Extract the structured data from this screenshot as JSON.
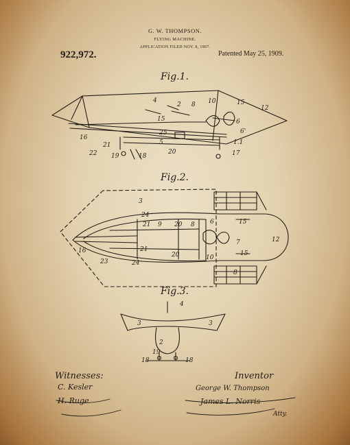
{
  "header": {
    "inventor_name": "G. W. THOMPSON.",
    "title": "FLYING MACHINE.",
    "application_filed": "APPLICATION FILED NOV. 8, 1907.",
    "patent_number": "922,972.",
    "patented_date": "Patented May 25, 1909."
  },
  "figures": {
    "fig1": {
      "label": "Fig.1.",
      "refs": [
        "4",
        "2",
        "8",
        "10",
        "15",
        "12",
        "15",
        "6",
        "6'",
        "16",
        "21",
        "25",
        "5",
        "20",
        "1.1",
        "22",
        "19",
        "18",
        "17"
      ]
    },
    "fig2": {
      "label": "Fig.2.",
      "refs": [
        "3",
        "24",
        "21",
        "9",
        "20",
        "8",
        "6",
        "15",
        "12",
        "7",
        "16",
        "21",
        "20",
        "10",
        "15",
        "23",
        "24",
        "8"
      ]
    },
    "fig3": {
      "label": "Fig.3.",
      "refs": [
        "4",
        "3",
        "3",
        "2",
        "19",
        "18",
        "18"
      ]
    }
  },
  "signatures": {
    "witnesses_label": "Witnesses:",
    "witness_1": "C. Kesler",
    "witness_2": "H. Ruge",
    "inventor_label": "Inventor",
    "inventor_signature": "George W. Thompson",
    "attorney_signature": "James L. Norris",
    "attorney_abbrev": "Atty."
  }
}
